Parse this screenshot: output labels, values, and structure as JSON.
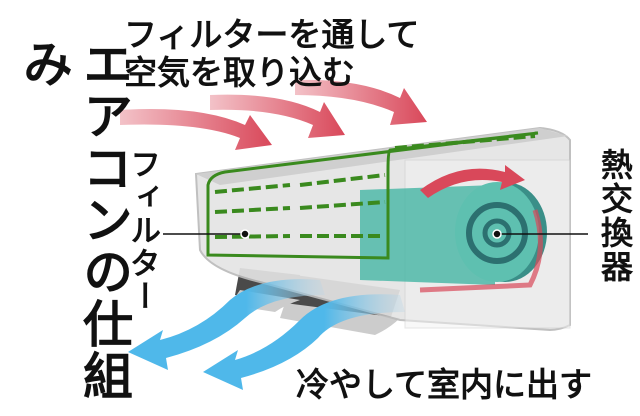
{
  "title": "エアコンの仕組み",
  "labels": {
    "intake_line1": "フィルターを通して",
    "intake_line2": "空気を取り込む",
    "filter": "フィルター",
    "heat_exchanger": "熱交換器",
    "outflow": "冷やして室内に出す"
  },
  "colors": {
    "intake_arrow": "#d9485a",
    "outflow_arrow": "#4fb8ea",
    "filter": "#3a8a1e",
    "heat_exchanger": "#4fb8a8",
    "body": "#d8d8d8"
  }
}
